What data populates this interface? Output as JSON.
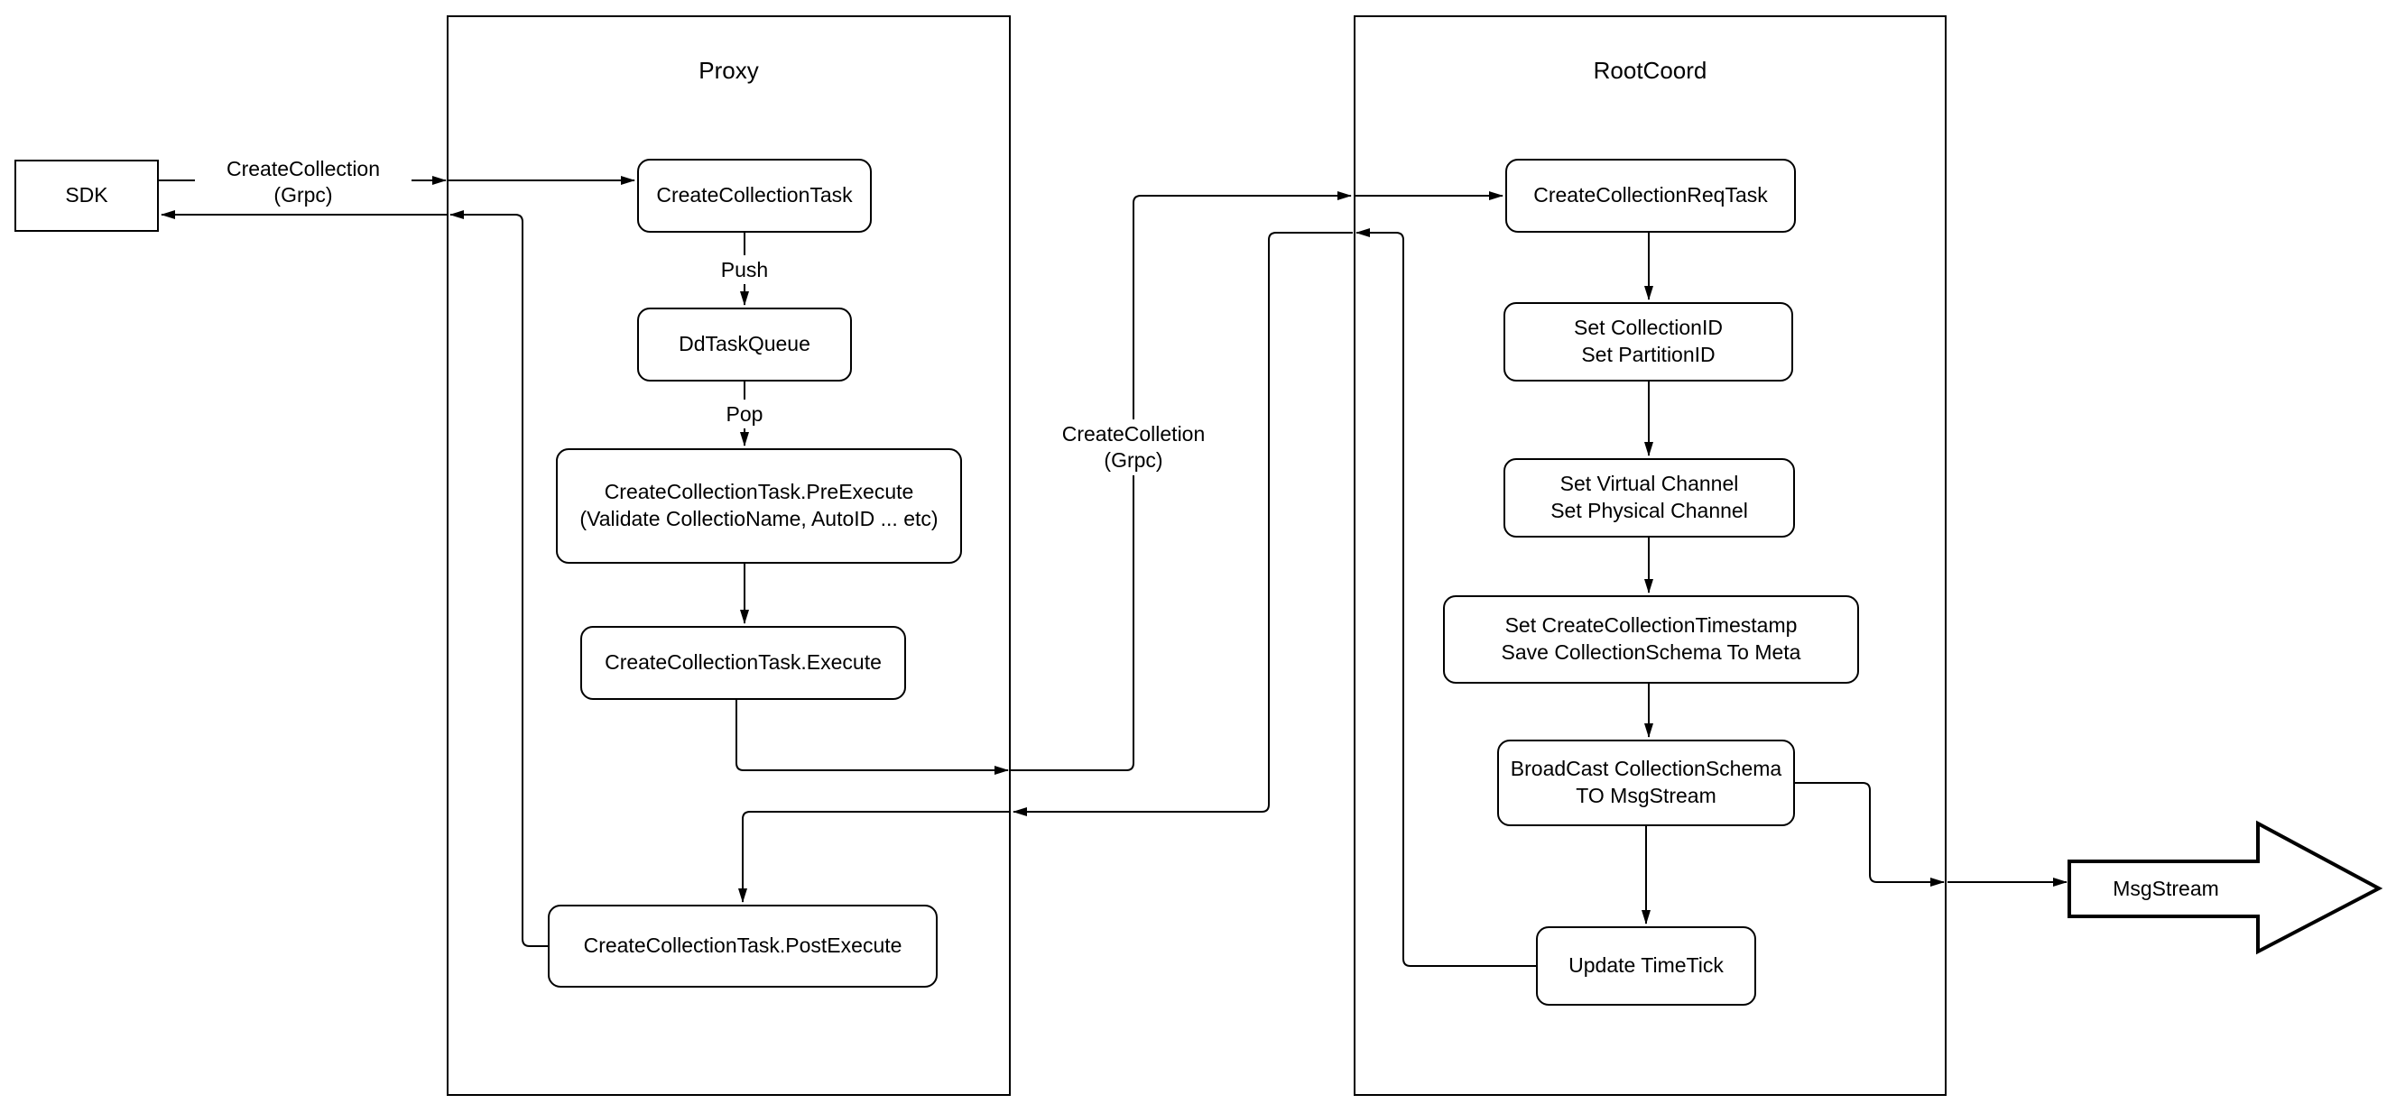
{
  "diagram": {
    "background_color": "#ffffff",
    "stroke_color": "#000000",
    "containers": {
      "proxy": {
        "title": "Proxy"
      },
      "rootcoord": {
        "title": "RootCoord"
      }
    },
    "nodes": {
      "sdk": {
        "label": "SDK"
      },
      "create_collection_task": {
        "label": "CreateCollectionTask"
      },
      "dd_task_queue": {
        "label": "DdTaskQueue"
      },
      "pre_execute": {
        "label": "CreateCollectionTask.PreExecute\n(Validate CollectioName, AutoID ... etc)"
      },
      "execute": {
        "label": "CreateCollectionTask.Execute"
      },
      "post_execute": {
        "label": "CreateCollectionTask.PostExecute"
      },
      "req_task": {
        "label": "CreateCollectionReqTask"
      },
      "set_ids": {
        "label": "Set CollectionID\nSet PartitionID"
      },
      "set_channels": {
        "label": "Set Virtual Channel\nSet Physical Channel"
      },
      "set_timestamp": {
        "label": "Set CreateCollectionTimestamp\nSave CollectionSchema To Meta"
      },
      "broadcast": {
        "label": "BroadCast CollectionSchema\nTO MsgStream"
      },
      "update_timetick": {
        "label": "Update TimeTick"
      },
      "msgstream": {
        "label": "MsgStream"
      }
    },
    "edge_labels": {
      "sdk_grpc": "CreateCollection\n(Grpc)",
      "push": "Push",
      "pop": "Pop",
      "internal_grpc": "CreateColletion\n(Grpc)"
    }
  }
}
